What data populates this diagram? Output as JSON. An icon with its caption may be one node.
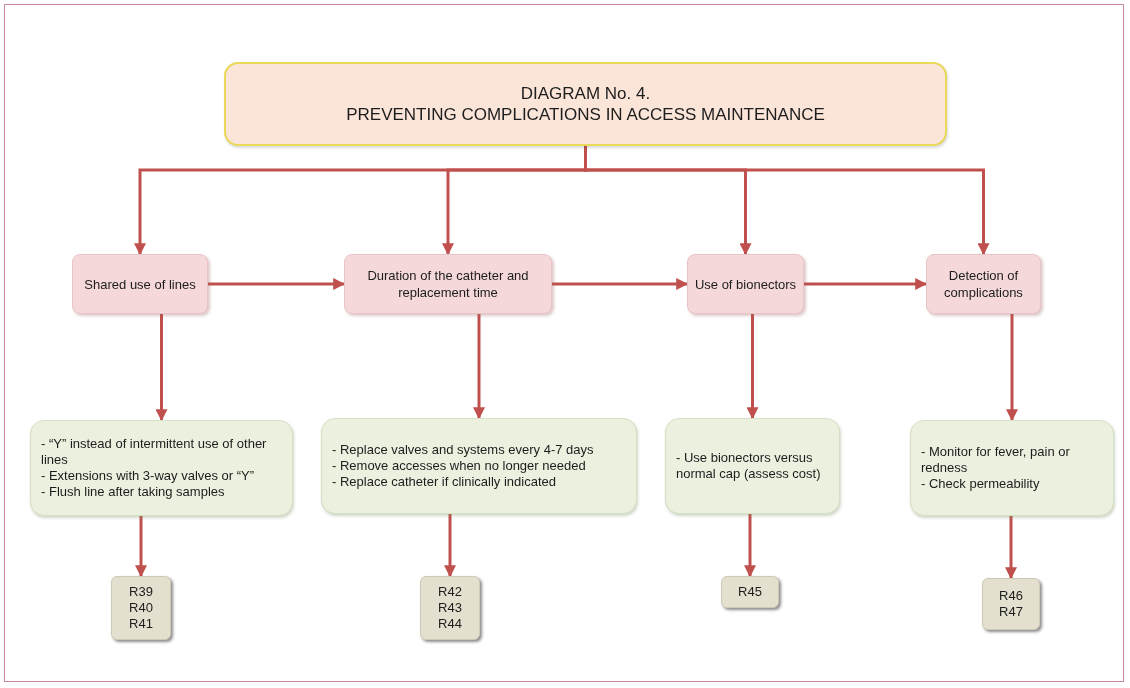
{
  "diagram": {
    "nodes": [
      {
        "text": [
          "DIAGRAM No. 4.",
          "PREVENTING COMPLICATIONS IN ACCESS MAINTENANCE"
        ]
      },
      {
        "text": [
          "Shared use of lines"
        ]
      },
      {
        "text": [
          "Duration of the catheter and replacement time"
        ]
      },
      {
        "text": [
          "Use of bionectors"
        ]
      },
      {
        "text": [
          "Detection of complications"
        ]
      },
      {
        "text": [
          "- “Y” instead of intermittent use of other lines",
          "- Extensions with  3-way valves or “Y”",
          "- Flush line after taking samples"
        ]
      },
      {
        "text": [
          "- Replace valves and systems every 4-7 days",
          "- Remove accesses when no longer needed",
          "- Replace catheter if clinically indicated"
        ]
      },
      {
        "text": [
          "- Use bionectors versus  normal cap (assess cost)"
        ]
      },
      {
        "text": [
          "- Monitor for fever, pain or redness",
          "- Check permeability"
        ]
      },
      {
        "text": [
          "R39",
          "R40",
          "R41"
        ]
      },
      {
        "text": [
          "R42",
          "R43",
          "R44"
        ]
      },
      {
        "text": [
          "R45"
        ]
      },
      {
        "text": [
          "R46",
          "R47"
        ]
      }
    ],
    "edges": [
      {
        "from": 0,
        "to": 1,
        "arrow": "to"
      },
      {
        "from": 0,
        "to": 2,
        "arrow": "to"
      },
      {
        "from": 0,
        "to": 3,
        "arrow": "to"
      },
      {
        "from": 0,
        "to": 4,
        "arrow": "to"
      },
      {
        "from": 1,
        "to": 2,
        "arrow": "to"
      },
      {
        "from": 2,
        "to": 3,
        "arrow": "to"
      },
      {
        "from": 3,
        "to": 4,
        "arrow": "to"
      },
      {
        "from": 1,
        "to": 5,
        "arrow": "to"
      },
      {
        "from": 2,
        "to": 6,
        "arrow": "to"
      },
      {
        "from": 3,
        "to": 7,
        "arrow": "to"
      },
      {
        "from": 4,
        "to": 8,
        "arrow": "to"
      },
      {
        "from": 5,
        "to": 9,
        "arrow": "to"
      },
      {
        "from": 6,
        "to": 10,
        "arrow": "to"
      },
      {
        "from": 7,
        "to": 11,
        "arrow": "to"
      },
      {
        "from": 8,
        "to": 12,
        "arrow": "to"
      }
    ]
  }
}
